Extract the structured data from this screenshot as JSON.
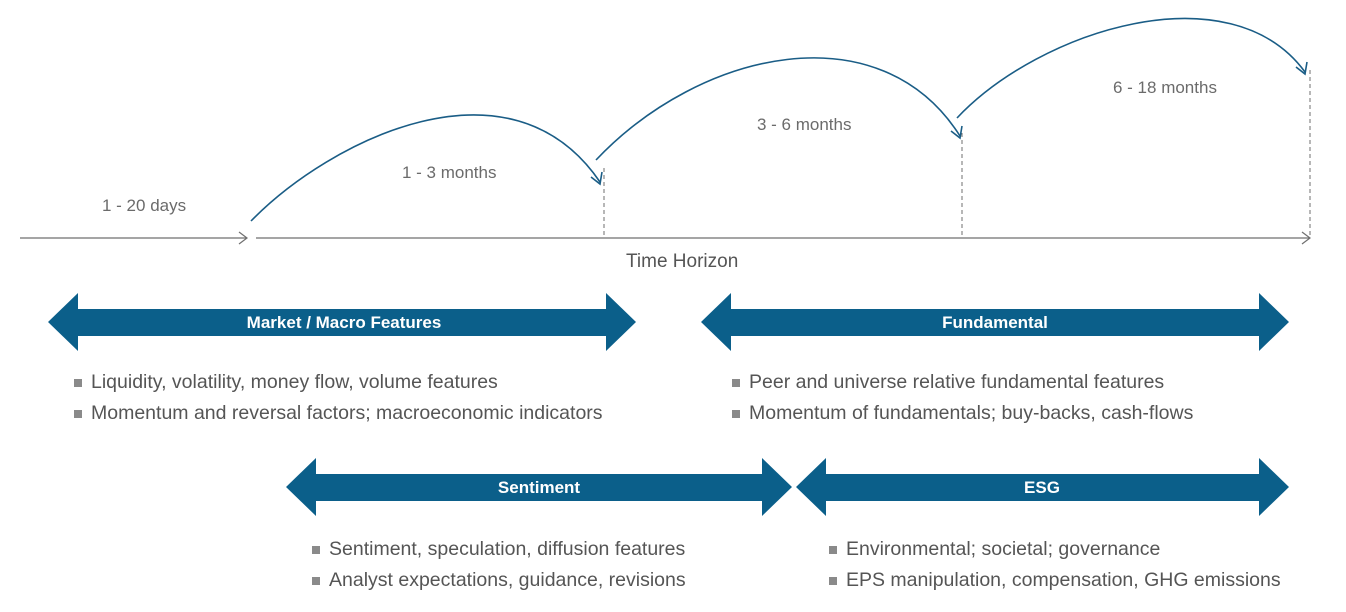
{
  "horizons": [
    {
      "id": "h1",
      "label": "1 - 20 days"
    },
    {
      "id": "h2",
      "label": "1 - 3 months"
    },
    {
      "id": "h3",
      "label": "3 - 6 months"
    },
    {
      "id": "h4",
      "label": "6 - 18 months"
    }
  ],
  "axis_title": "Time Horizon",
  "bands": {
    "market": "Market / Macro Features",
    "fundamental": "Fundamental",
    "sentiment": "Sentiment",
    "esg": "ESG"
  },
  "bullets": {
    "market": [
      "Liquidity, volatility, money flow, volume features",
      "Momentum and reversal factors; macroeconomic indicators"
    ],
    "fundamental": [
      "Peer and universe relative fundamental features",
      "Momentum of fundamentals; buy-backs, cash-flows"
    ],
    "sentiment": [
      "Sentiment, speculation, diffusion features",
      "Analyst expectations, guidance, revisions"
    ],
    "esg": [
      "Environmental; societal; governance",
      "EPS manipulation, compensation, GHG emissions"
    ]
  },
  "colors": {
    "band": "#0b5f8a",
    "curve": "#1a5d86",
    "axis": "#6f6f6f",
    "bullet": "#8a8a8a"
  }
}
